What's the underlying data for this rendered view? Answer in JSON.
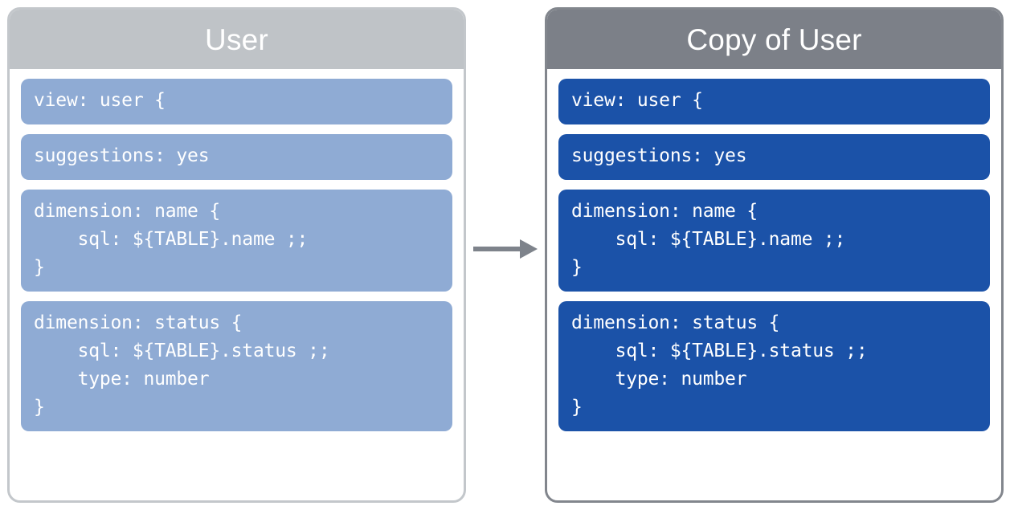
{
  "diagram": {
    "type": "copy-transformation",
    "arrow": {
      "name": "copy-arrow",
      "direction": "right",
      "color": "#7e838b"
    }
  },
  "panels": [
    {
      "id": "source",
      "title": "User",
      "header_color": "#bfc3c7",
      "block_color": "#8fabd4",
      "border_color": "#c3c7cb",
      "blocks": [
        {
          "name": "view-declaration",
          "code": "view: user {"
        },
        {
          "name": "suggestions-setting",
          "code": "suggestions: yes"
        },
        {
          "name": "dimension-name",
          "code": "dimension: name {\n    sql: ${TABLE}.name ;;\n}"
        },
        {
          "name": "dimension-status",
          "code": "dimension: status {\n    sql: ${TABLE}.status ;;\n    type: number\n}"
        }
      ]
    },
    {
      "id": "copy",
      "title": "Copy of User",
      "header_color": "#7c8088",
      "block_color": "#1b52a8",
      "border_color": "#82868d",
      "blocks": [
        {
          "name": "view-declaration",
          "code": "view: user {"
        },
        {
          "name": "suggestions-setting",
          "code": "suggestions: yes"
        },
        {
          "name": "dimension-name",
          "code": "dimension: name {\n    sql: ${TABLE}.name ;;\n}"
        },
        {
          "name": "dimension-status",
          "code": "dimension: status {\n    sql: ${TABLE}.status ;;\n    type: number\n}"
        }
      ]
    }
  ]
}
